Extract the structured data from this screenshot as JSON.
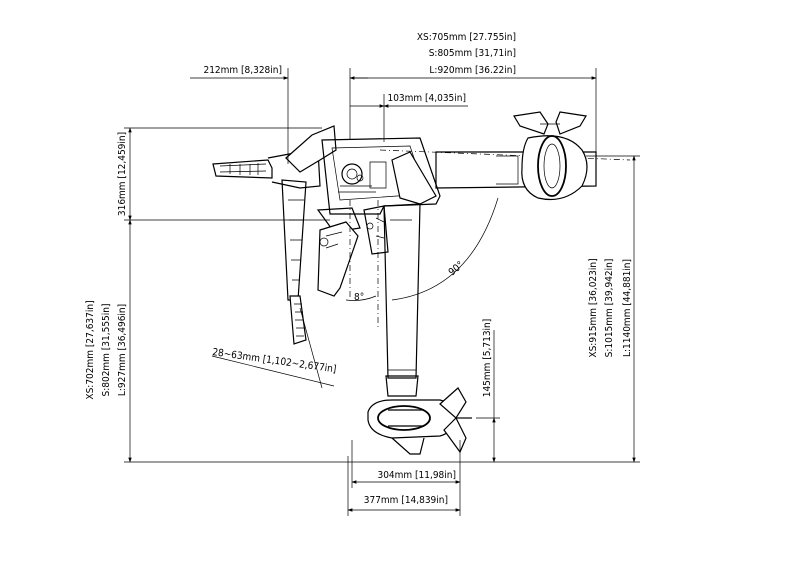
{
  "dimensions": {
    "length_xs": "XS:705mm [27.755in]",
    "length_s": "S:805mm [31,71in]",
    "length_l": "L:920mm [36.22in]",
    "tiller_offset": "212mm [8,328in]",
    "clamp_offset": "103mm [4,035in]",
    "top_height": "316mm [12,459in]",
    "shaft_xs": "XS:702mm [27,637in]",
    "shaft_s": "S:802mm [31,555in]",
    "shaft_l": "L:927mm [36,496in]",
    "transom": "28~63mm [1,102~2,677in]",
    "angle_8": "8°",
    "angle_90": "90°",
    "prop_height": "145mm [5,713in]",
    "total_xs": "XS:915mm [36,023in]",
    "total_s": "S:1015mm [39,942in]",
    "total_l": "L:1140mm [44,881in]",
    "pod_length": "304mm [11,98in]",
    "prop_length": "377mm [14,839in]"
  }
}
